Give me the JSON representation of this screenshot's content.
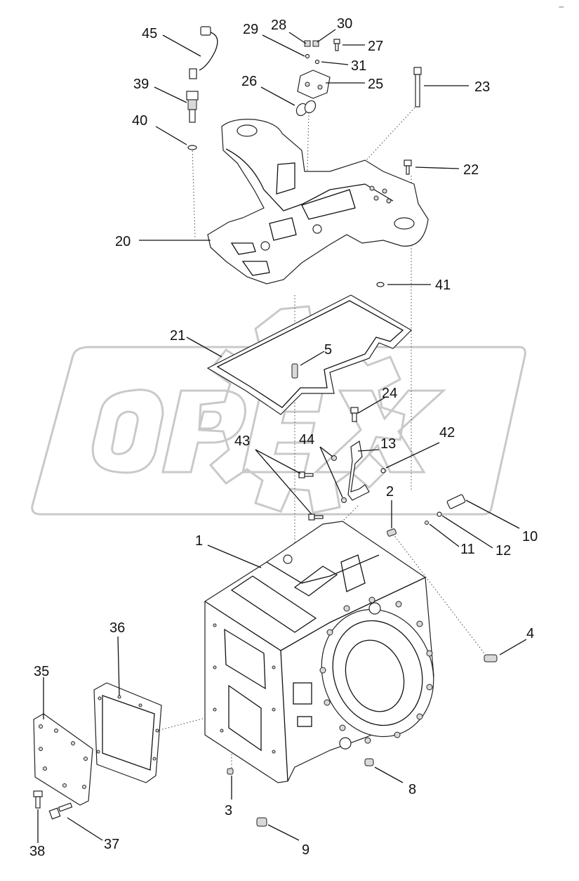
{
  "brand": {
    "watermark_text": "OPEX",
    "corner_mark": "ᵒᵖᵉˣ"
  },
  "labels": [
    {
      "id": "45",
      "text": "45"
    },
    {
      "id": "29",
      "text": "29"
    },
    {
      "id": "28",
      "text": "28"
    },
    {
      "id": "30",
      "text": "30"
    },
    {
      "id": "27",
      "text": "27"
    },
    {
      "id": "31",
      "text": "31"
    },
    {
      "id": "39",
      "text": "39"
    },
    {
      "id": "26",
      "text": "26"
    },
    {
      "id": "25",
      "text": "25"
    },
    {
      "id": "23",
      "text": "23"
    },
    {
      "id": "40",
      "text": "40"
    },
    {
      "id": "22",
      "text": "22"
    },
    {
      "id": "20",
      "text": "20"
    },
    {
      "id": "41",
      "text": "41"
    },
    {
      "id": "21",
      "text": "21"
    },
    {
      "id": "5",
      "text": "5"
    },
    {
      "id": "24",
      "text": "24"
    },
    {
      "id": "43",
      "text": "43"
    },
    {
      "id": "44",
      "text": "44"
    },
    {
      "id": "13",
      "text": "13"
    },
    {
      "id": "42",
      "text": "42"
    },
    {
      "id": "2",
      "text": "2"
    },
    {
      "id": "1",
      "text": "1"
    },
    {
      "id": "10",
      "text": "10"
    },
    {
      "id": "11",
      "text": "11"
    },
    {
      "id": "12",
      "text": "12"
    },
    {
      "id": "4",
      "text": "4"
    },
    {
      "id": "36",
      "text": "36"
    },
    {
      "id": "35",
      "text": "35"
    },
    {
      "id": "8",
      "text": "8"
    },
    {
      "id": "3",
      "text": "3"
    },
    {
      "id": "37",
      "text": "37"
    },
    {
      "id": "38",
      "text": "38"
    },
    {
      "id": "9",
      "text": "9"
    }
  ]
}
